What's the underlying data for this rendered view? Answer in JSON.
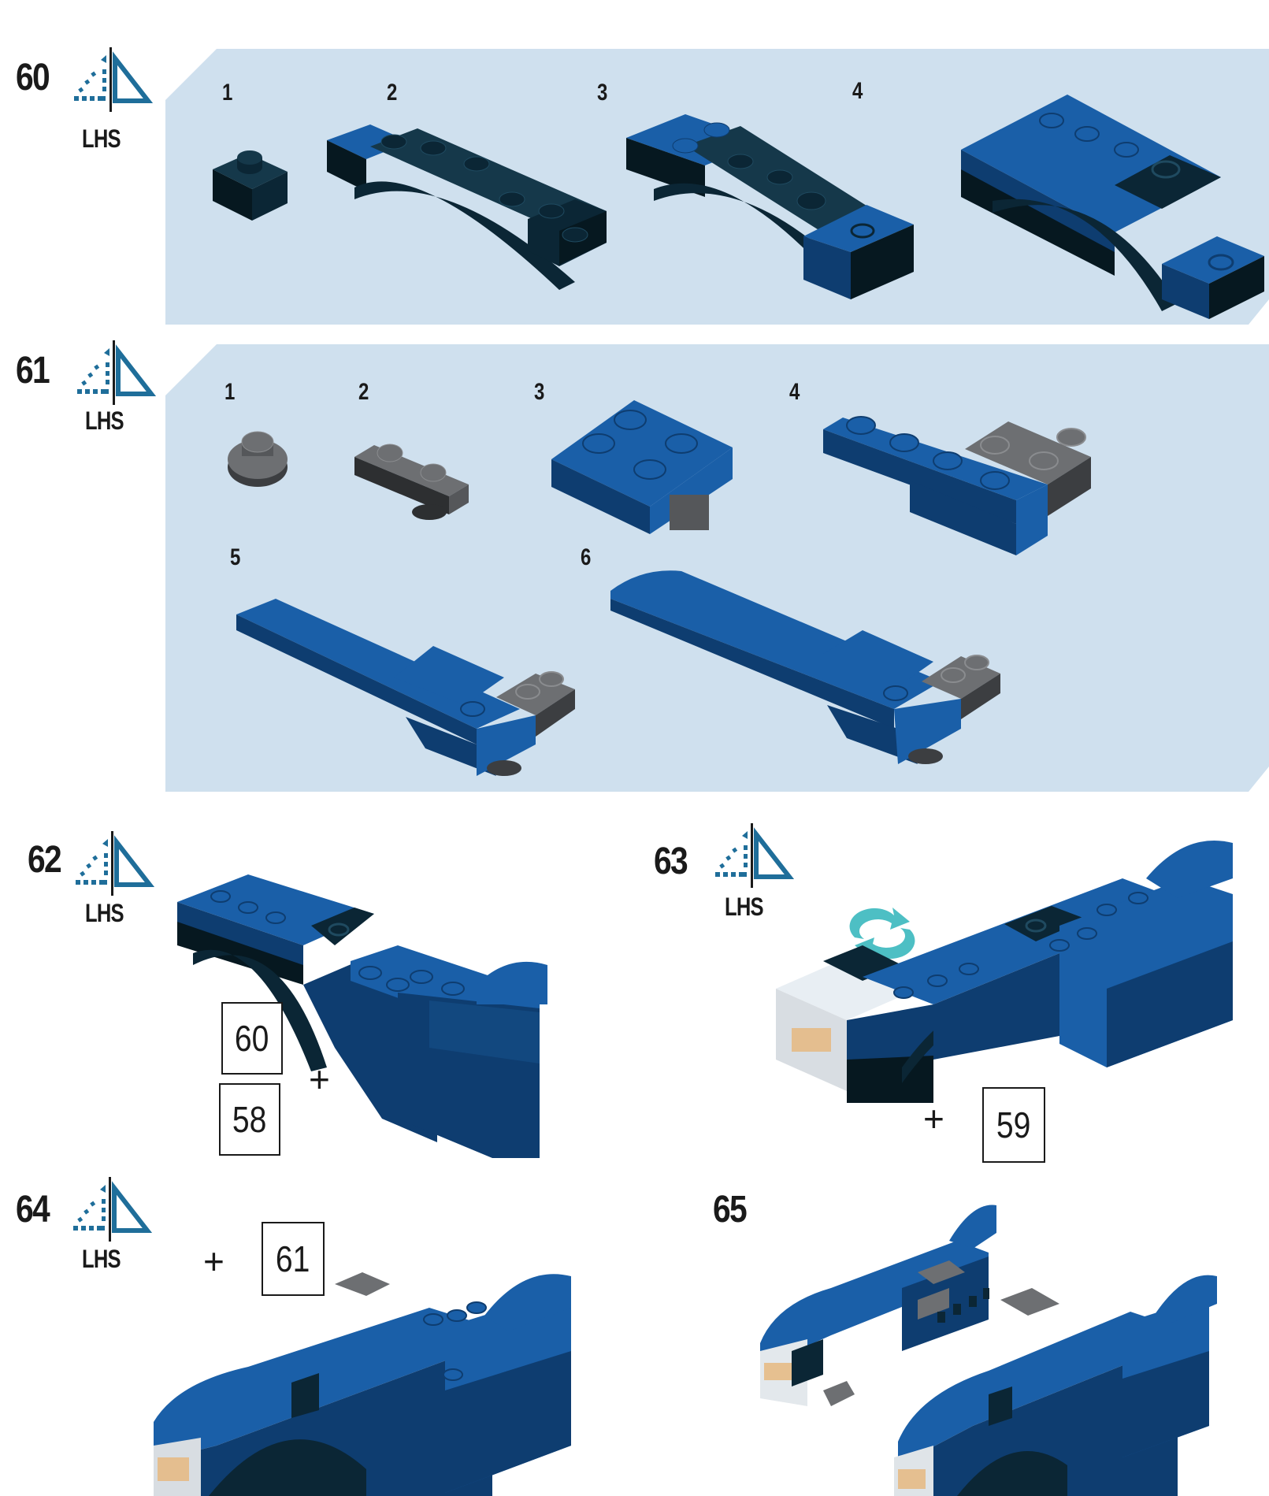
{
  "colors": {
    "panel_bg": "#cfe0ee",
    "brick_blue": "#1a5fa8",
    "brick_blue_dark": "#0e3d70",
    "brick_black": "#0b2635",
    "brick_gray": "#6d6f72",
    "mirror_icon": "#1f6e9a",
    "rotate_icon": "#4dbfc4",
    "text": "#1a1a1a"
  },
  "steps": [
    {
      "number": "60",
      "mirror_label": "LHS",
      "substeps": [
        {
          "label": "1"
        },
        {
          "label": "2"
        },
        {
          "label": "3"
        },
        {
          "label": "4"
        }
      ]
    },
    {
      "number": "61",
      "mirror_label": "LHS",
      "substeps": [
        {
          "label": "1"
        },
        {
          "label": "2"
        },
        {
          "label": "3"
        },
        {
          "label": "4"
        },
        {
          "label": "5"
        },
        {
          "label": "6"
        }
      ]
    },
    {
      "number": "62",
      "mirror_label": "LHS",
      "references": [
        "60",
        "58"
      ],
      "plus": "+"
    },
    {
      "number": "63",
      "mirror_label": "LHS",
      "rotate_icon": "rotate-model-icon",
      "plus": "+",
      "references": [
        "59"
      ]
    },
    {
      "number": "64",
      "mirror_label": "LHS",
      "plus": "+",
      "references": [
        "61"
      ]
    },
    {
      "number": "65"
    }
  ],
  "icons": {
    "mirror": "mirror-build-icon",
    "rotate": "rotate-model-icon"
  }
}
